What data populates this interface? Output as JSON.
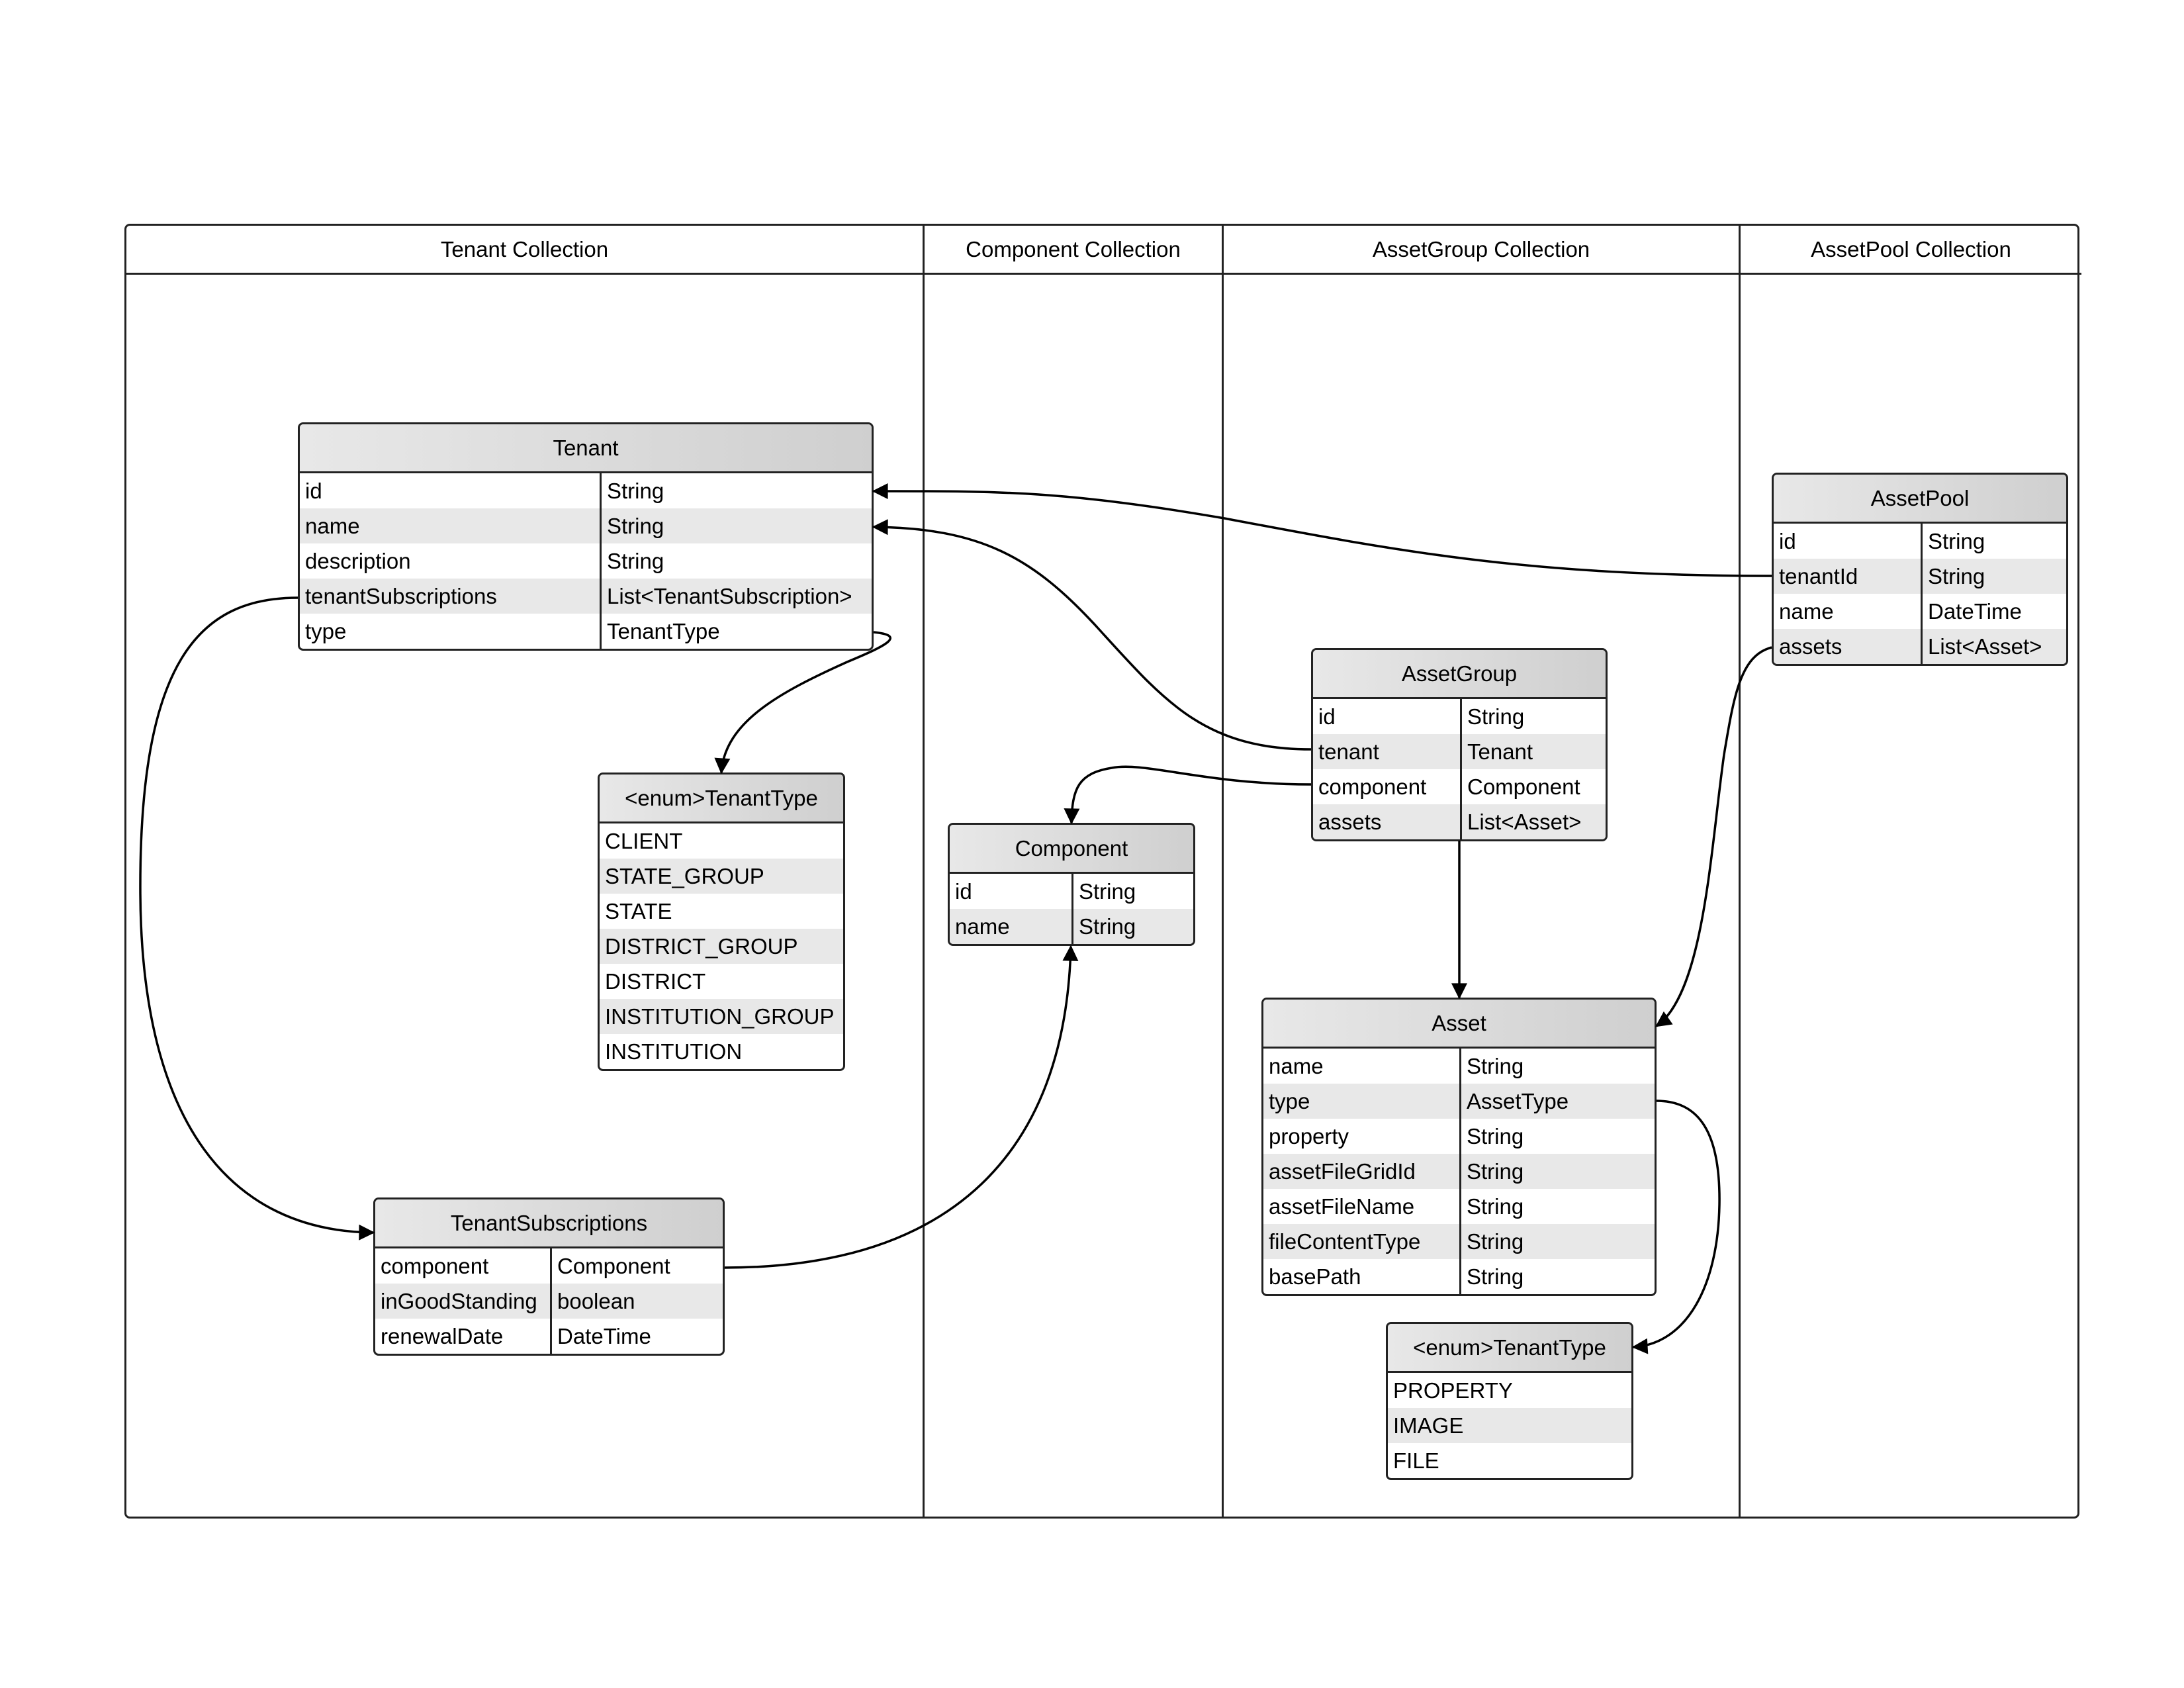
{
  "lanes": [
    {
      "title": "Tenant Collection"
    },
    {
      "title": "Component Collection"
    },
    {
      "title": "AssetGroup Collection"
    },
    {
      "title": "AssetPool Collection"
    }
  ],
  "entities": {
    "tenant": {
      "title": "Tenant",
      "rows": [
        [
          "id",
          "String"
        ],
        [
          "name",
          "String"
        ],
        [
          "description",
          "String"
        ],
        [
          "tenantSubscriptions",
          "List<TenantSubscription>"
        ],
        [
          "type",
          "TenantType"
        ]
      ]
    },
    "tenant_type_enum": {
      "title": "<enum>TenantType",
      "rows": [
        [
          "CLIENT"
        ],
        [
          "STATE_GROUP"
        ],
        [
          "STATE"
        ],
        [
          "DISTRICT_GROUP"
        ],
        [
          "DISTRICT"
        ],
        [
          "INSTITUTION_GROUP"
        ],
        [
          "INSTITUTION"
        ]
      ]
    },
    "tenant_subscriptions": {
      "title": "TenantSubscriptions",
      "rows": [
        [
          "component",
          "Component"
        ],
        [
          "inGoodStanding",
          "boolean"
        ],
        [
          "renewalDate",
          "DateTime"
        ]
      ]
    },
    "component": {
      "title": "Component",
      "rows": [
        [
          "id",
          "String"
        ],
        [
          "name",
          "String"
        ]
      ]
    },
    "asset_group": {
      "title": "AssetGroup",
      "rows": [
        [
          "id",
          "String"
        ],
        [
          "tenant",
          "Tenant"
        ],
        [
          "component",
          "Component"
        ],
        [
          "assets",
          "List<Asset>"
        ]
      ]
    },
    "asset": {
      "title": "Asset",
      "rows": [
        [
          "name",
          "String"
        ],
        [
          "type",
          "AssetType"
        ],
        [
          "property",
          "String"
        ],
        [
          "assetFileGridId",
          "String"
        ],
        [
          "assetFileName",
          "String"
        ],
        [
          "fileContentType",
          "String"
        ],
        [
          "basePath",
          "String"
        ]
      ]
    },
    "asset_type_enum": {
      "title": "<enum>TenantType",
      "rows": [
        [
          "PROPERTY"
        ],
        [
          "IMAGE"
        ],
        [
          "FILE"
        ]
      ]
    },
    "asset_pool": {
      "title": "AssetPool",
      "rows": [
        [
          "id",
          "String"
        ],
        [
          "tenantId",
          "String"
        ],
        [
          "name",
          "DateTime"
        ],
        [
          "assets",
          "List<Asset>"
        ]
      ]
    }
  }
}
